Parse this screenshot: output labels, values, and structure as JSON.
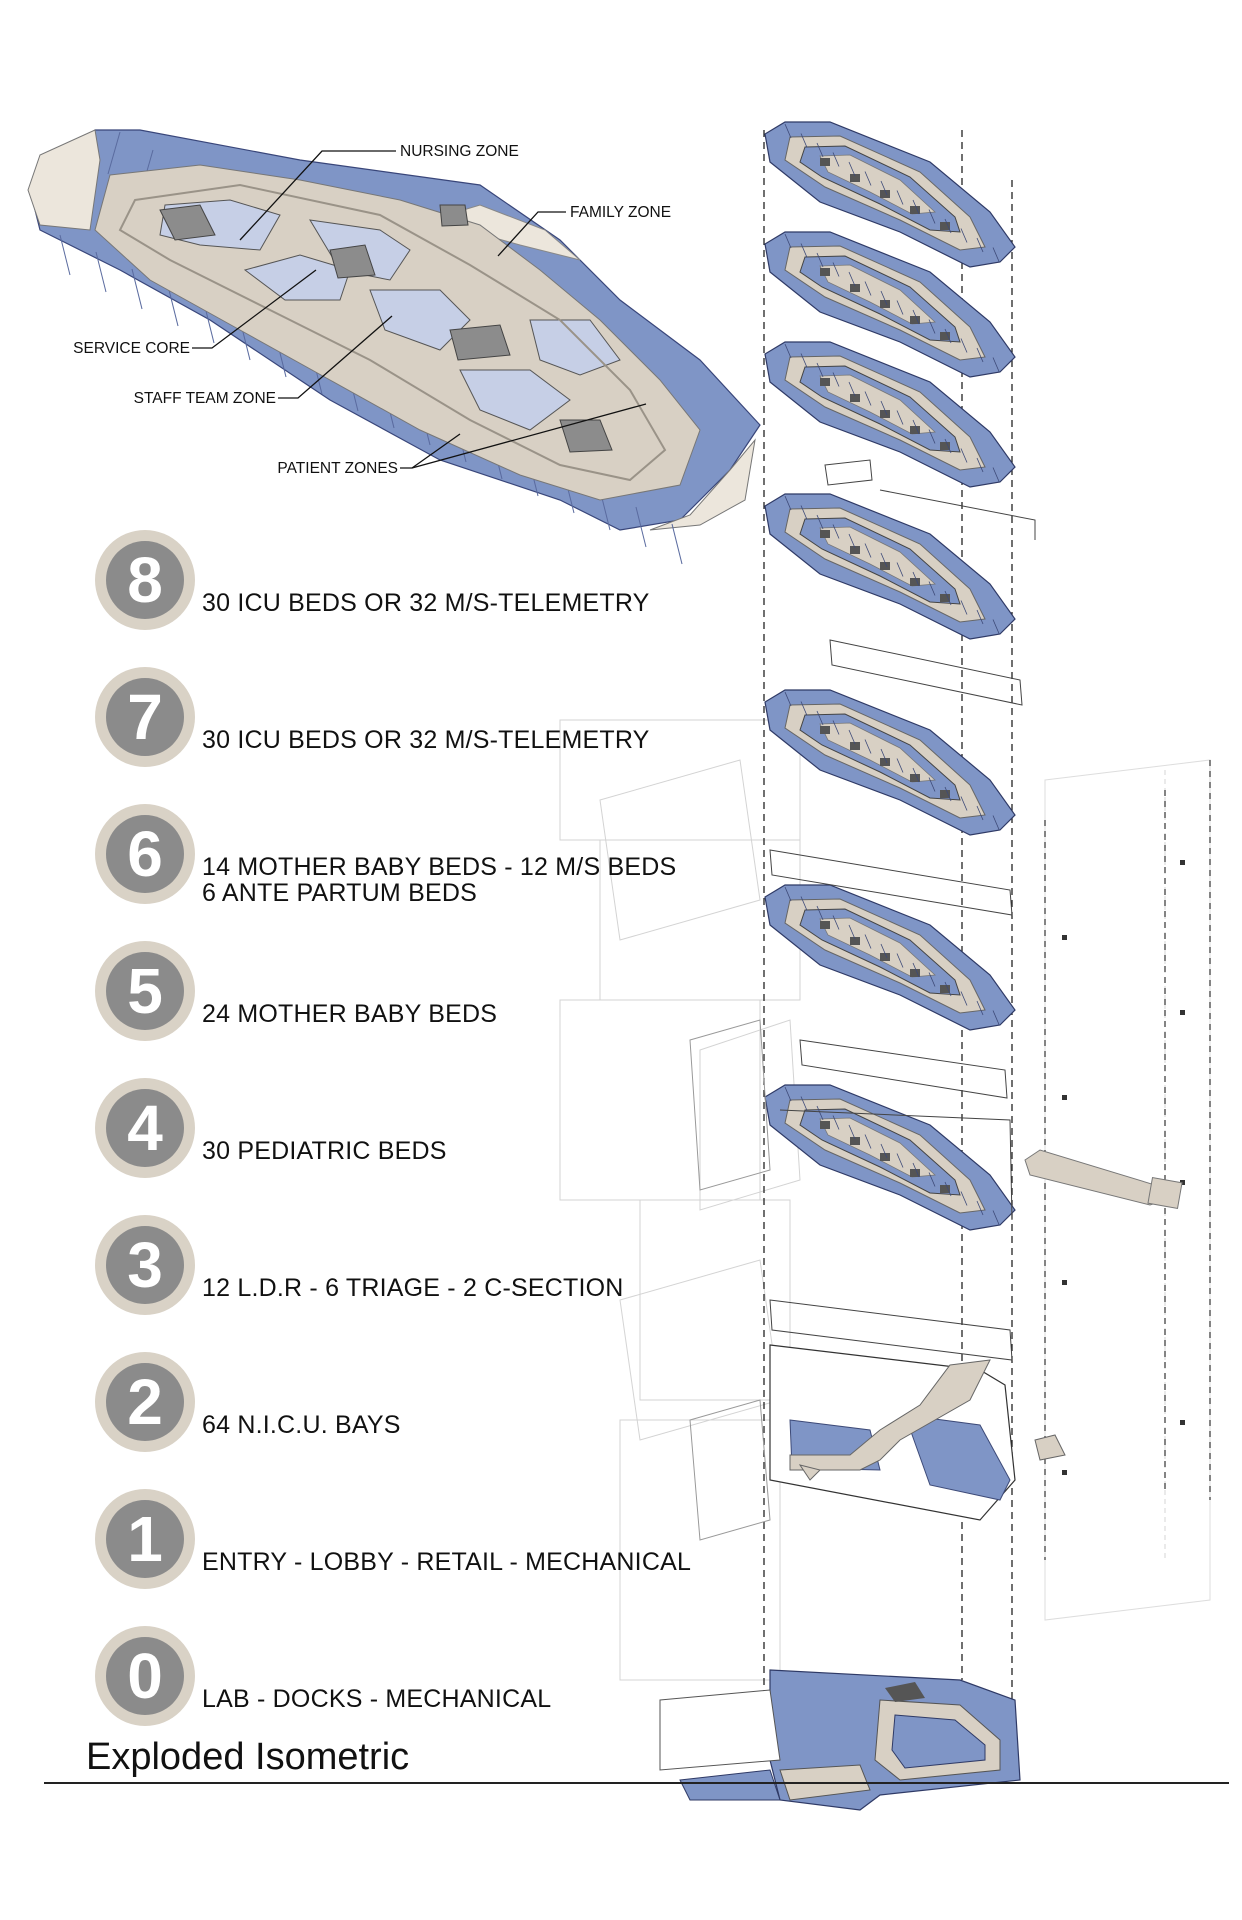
{
  "title": "Exploded Isometric",
  "callouts": {
    "nursing_zone": "NURSING ZONE",
    "family_zone": "FAMILY ZONE",
    "service_core": "SERVICE CORE",
    "staff_team_zone": "STAFF TEAM ZONE",
    "patient_zones": "PATIENT ZONES"
  },
  "levels": [
    {
      "number": "8",
      "lines": [
        "30 ICU BEDS OR 32 M/S-TELEMETRY"
      ]
    },
    {
      "number": "7",
      "lines": [
        "30 ICU BEDS OR 32 M/S-TELEMETRY"
      ]
    },
    {
      "number": "6",
      "lines": [
        "14 MOTHER BABY BEDS - 12 M/S BEDS",
        "6 ANTE PARTUM BEDS"
      ]
    },
    {
      "number": "5",
      "lines": [
        "24 MOTHER BABY BEDS"
      ]
    },
    {
      "number": "4",
      "lines": [
        "30 PEDIATRIC BEDS"
      ]
    },
    {
      "number": "3",
      "lines": [
        "12 L.D.R - 6 TRIAGE - 2 C-SECTION"
      ]
    },
    {
      "number": "2",
      "lines": [
        "64 N.I.C.U. BAYS"
      ]
    },
    {
      "number": "1",
      "lines": [
        "ENTRY - LOBBY - RETAIL - MECHANICAL"
      ]
    },
    {
      "number": "0",
      "lines": [
        "LAB - DOCKS - MECHANICAL"
      ]
    }
  ],
  "colors": {
    "patient_blue": "#7f95c6",
    "corridor_beige": "#d8d0c4",
    "badge_ring": "#d9d2c6",
    "badge_fill": "#8b8b8b"
  }
}
